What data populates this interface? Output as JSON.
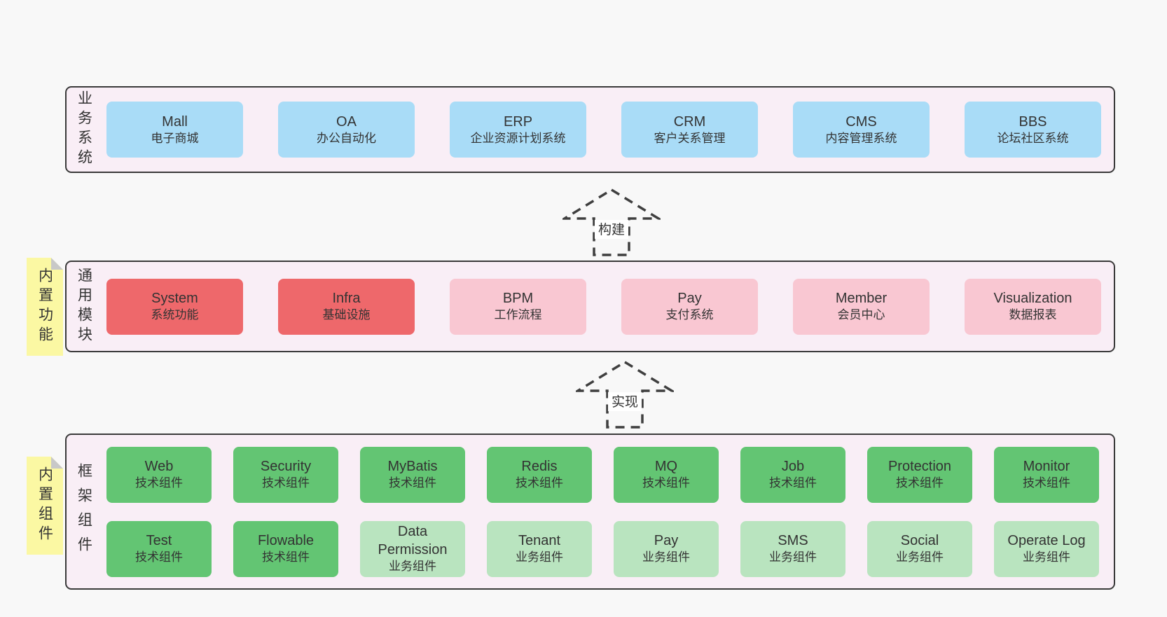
{
  "palette": {
    "page_bg": "#f8f8f8",
    "band_bg": "#f9eef6",
    "band_border": "#3a3a3a",
    "blue_box": "#a9dcf7",
    "red_box": "#ee686b",
    "pink_box": "#f9c7d2",
    "green_box": "#63c573",
    "light_green_box": "#b9e4bf",
    "sticky_yellow": "#fbf8a3",
    "sticky_fold": "#c8c8c8",
    "text": "#333333"
  },
  "bands": [
    {
      "id": "business-systems",
      "label": "业务系统",
      "rows": [
        [
          {
            "name": "Mall",
            "subtitle": "电子商城",
            "color": "blue"
          },
          {
            "name": "OA",
            "subtitle": "办公自动化",
            "color": "blue"
          },
          {
            "name": "ERP",
            "subtitle": "企业资源计划系统",
            "color": "blue"
          },
          {
            "name": "CRM",
            "subtitle": "客户关系管理",
            "color": "blue"
          },
          {
            "name": "CMS",
            "subtitle": "内容管理系统",
            "color": "blue"
          },
          {
            "name": "BBS",
            "subtitle": "论坛社区系统",
            "color": "blue"
          }
        ]
      ]
    },
    {
      "id": "common-modules",
      "label": "通用模块",
      "sticky": "内置功能",
      "rows": [
        [
          {
            "name": "System",
            "subtitle": "系统功能",
            "color": "red"
          },
          {
            "name": "Infra",
            "subtitle": "基础设施",
            "color": "red"
          },
          {
            "name": "BPM",
            "subtitle": "工作流程",
            "color": "pink"
          },
          {
            "name": "Pay",
            "subtitle": "支付系统",
            "color": "pink"
          },
          {
            "name": "Member",
            "subtitle": "会员中心",
            "color": "pink"
          },
          {
            "name": "Visualization",
            "subtitle": "数据报表",
            "color": "pink"
          }
        ]
      ]
    },
    {
      "id": "framework-components",
      "label": "框架组件",
      "sticky": "内置组件",
      "rows": [
        [
          {
            "name": "Web",
            "subtitle": "技术组件",
            "color": "green"
          },
          {
            "name": "Security",
            "subtitle": "技术组件",
            "color": "green"
          },
          {
            "name": "MyBatis",
            "subtitle": "技术组件",
            "color": "green"
          },
          {
            "name": "Redis",
            "subtitle": "技术组件",
            "color": "green"
          },
          {
            "name": "MQ",
            "subtitle": "技术组件",
            "color": "green"
          },
          {
            "name": "Job",
            "subtitle": "技术组件",
            "color": "green"
          },
          {
            "name": "Protection",
            "subtitle": "技术组件",
            "color": "green"
          },
          {
            "name": "Monitor",
            "subtitle": "技术组件",
            "color": "green"
          }
        ],
        [
          {
            "name": "Test",
            "subtitle": "技术组件",
            "color": "green"
          },
          {
            "name": "Flowable",
            "subtitle": "技术组件",
            "color": "green"
          },
          {
            "name": "Data Permission",
            "subtitle": "业务组件",
            "color": "lightgreen"
          },
          {
            "name": "Tenant",
            "subtitle": "业务组件",
            "color": "lightgreen"
          },
          {
            "name": "Pay",
            "subtitle": "业务组件",
            "color": "lightgreen"
          },
          {
            "name": "SMS",
            "subtitle": "业务组件",
            "color": "lightgreen"
          },
          {
            "name": "Social",
            "subtitle": "业务组件",
            "color": "lightgreen"
          },
          {
            "name": "Operate Log",
            "subtitle": "业务组件",
            "color": "lightgreen"
          }
        ]
      ]
    }
  ],
  "arrows": [
    {
      "label": "构建"
    },
    {
      "label": "实现"
    }
  ]
}
